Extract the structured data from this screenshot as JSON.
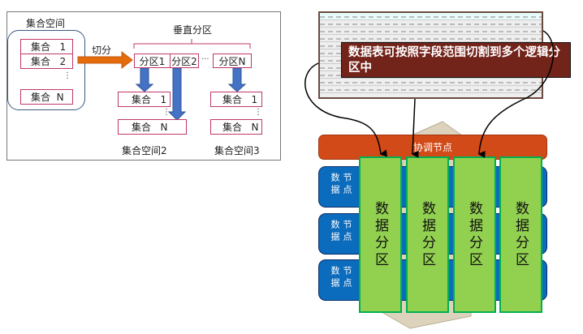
{
  "left_diagram": {
    "source_space": {
      "title": "集合空间",
      "items": [
        "集合   1",
        "集合   2",
        "集合  N"
      ],
      "ellipsis": "⋮"
    },
    "split_label": "切分",
    "partition_group_label": "垂直分区",
    "partitions": [
      "分区1",
      "分区2",
      "分区N"
    ],
    "partition_ellipsis": "···",
    "target_spaces": [
      {
        "title": "集合空间2",
        "items": [
          "集合   1",
          "集合   N"
        ],
        "ellipsis": "⋮"
      },
      {
        "title": "集合空间3",
        "items": [
          "集合   1",
          "集合   N"
        ],
        "ellipsis": "⋮"
      }
    ],
    "colors": {
      "arrow_orange": "#e46c0a",
      "arrow_blue": "#4472c4",
      "item_border": "#c0386a",
      "space_border": "#3a5a84"
    }
  },
  "right_diagram": {
    "callout": "数据表可按照字段范围切割到多个逻辑分区中",
    "coordinator": "协调节点",
    "data_nodes": [
      "数据节点",
      "数据节点",
      "数据节点"
    ],
    "data_partitions": [
      "数据分区",
      "数据分区",
      "数据分区",
      "数据分区"
    ],
    "colors": {
      "callout_bg": "#72231a",
      "coordinator": "#d24a17",
      "node": "#0b6bbd",
      "partition": "#92d050"
    }
  }
}
